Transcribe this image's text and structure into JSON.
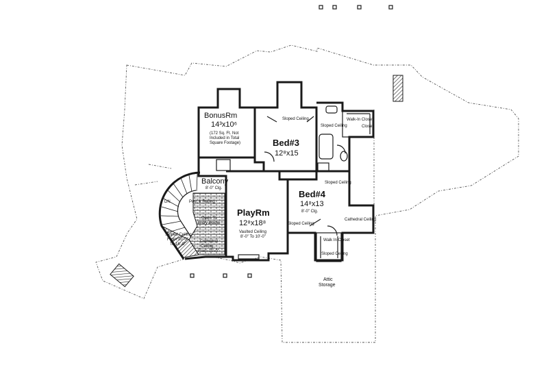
{
  "rooms": {
    "bonus": {
      "name": "BonusRm",
      "size": "14³x10⁶",
      "note1": "(172 Sq. Ft. Not",
      "note2": "Included in Total",
      "note3": "Square Footage)"
    },
    "bed3": {
      "name": "Bed#3",
      "size": "12⁸x15"
    },
    "bed4": {
      "name": "Bed#4",
      "size": "14⁸x13",
      "note": "8'-0\" Clg."
    },
    "play": {
      "name": "PlayRm",
      "size": "12⁸x18⁸",
      "note1": "Vaulted Ceiling",
      "note2": "8'-0\" To 10'-0\""
    },
    "balcony": {
      "name": "Balcony",
      "note": "8'-0\" Clg."
    }
  },
  "labels": {
    "sloped_ceiling_top": "Sloped Ceiling",
    "sloped_ceiling_bath": "Sloped Ceiling",
    "walk_in_closet_top": "Walk-In Closet",
    "closet": "Closet",
    "sloped_ceiling_bed4_top": "Sloped Ceiling",
    "sloped_ceiling_bed4_left": "Sloped Ceiling",
    "cathedral_ceiling_right": "Cathedral Ceiling",
    "walk_in_closet_bottom": "Walk In Closet",
    "sloped_ceiling_bottom": "Sloped Ceiling",
    "attic_storage1": "Attic",
    "attic_storage2": "Storage",
    "open_to_entry1": "Open To",
    "open_to_entry2": "Entry Below",
    "rail": "Post & Railing",
    "dn": "DN",
    "sloped_ceiling_left1": "Sloped Ceiling",
    "sloped_ceiling_left2": "From 10'-0\"",
    "sloped_ceiling_left3": "To 16'-0\"",
    "cathedral_left1": "Cathedral",
    "cathedral_left2": "Ceiling",
    "cathedral_left3": "From 10'-0\""
  }
}
